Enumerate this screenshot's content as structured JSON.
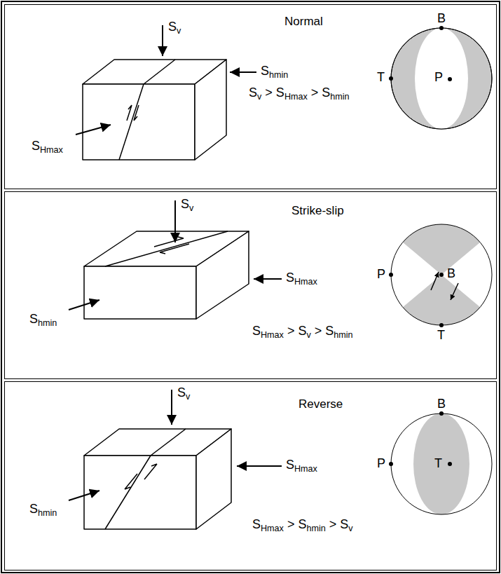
{
  "diagram": {
    "nodes": [
      {
        "text": [
          "Normal"
        ]
      },
      {
        "text": [
          "Strike-slip"
        ]
      },
      {
        "text": [
          "Reverse"
        ]
      }
    ],
    "labels": [
      "Sv",
      "Shmin",
      "SHmax",
      "Sv > SHmax > Shmin",
      "B",
      "T",
      "P",
      "Sv",
      "SHmax",
      "Shmin",
      "SHmax > Sv > Shmin",
      "P",
      "B",
      "T",
      "Sv",
      "SHmax",
      "Shmin",
      "SHmax > Shmin > Sv",
      "B",
      "P",
      "T"
    ]
  }
}
